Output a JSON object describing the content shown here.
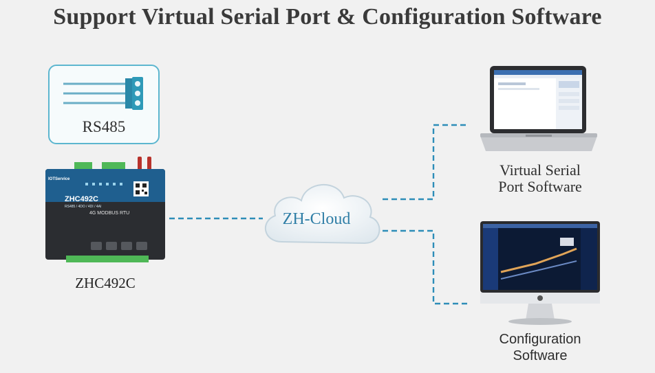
{
  "title": "Support Virtual Serial Port & Configuration Software",
  "rs485": {
    "label": "RS485"
  },
  "device": {
    "label": "ZHC492C",
    "brand": "IOTService",
    "model": "ZHC492C",
    "spec_line": "RS485 / 4DO / 4DI / 4AI",
    "rtu_line": "4G  MODBUS  RTU"
  },
  "cloud": {
    "label": "ZH-Cloud"
  },
  "laptop": {
    "caption_line1": "Virtual Serial",
    "caption_line2": "Port Software"
  },
  "monitor": {
    "caption_line1": "Configuration",
    "caption_line2": "Software"
  },
  "colors": {
    "link": "#2d8db8",
    "title": "#3a3a3a",
    "device_body": "#1f5f8f",
    "accent": "#5cb6cf"
  }
}
